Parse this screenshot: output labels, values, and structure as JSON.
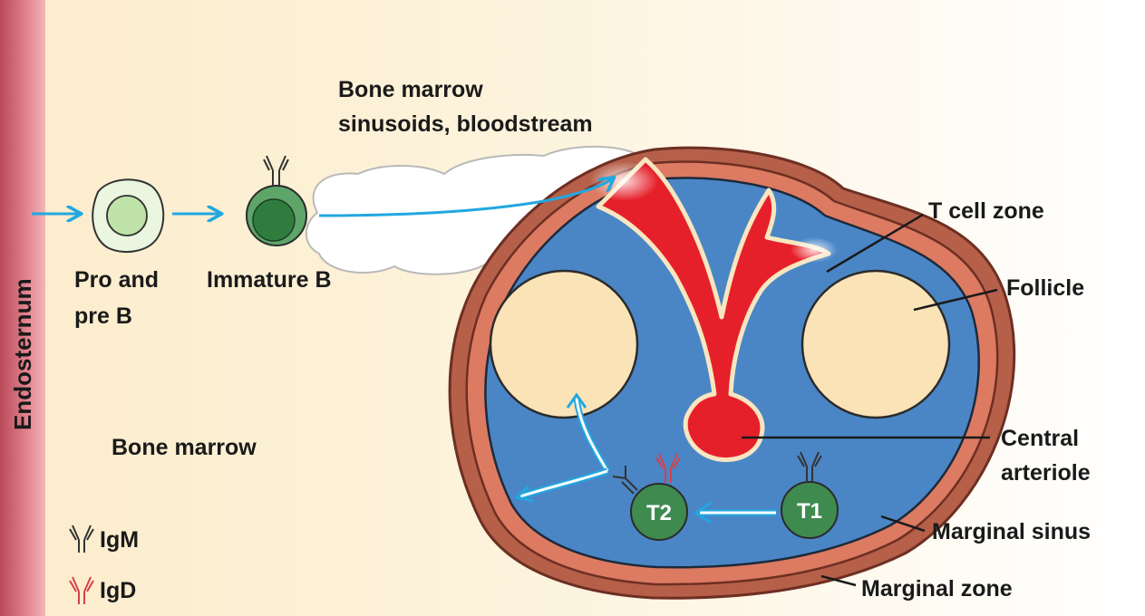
{
  "labels": {
    "endosternum": "Endosternum",
    "sinusoids_line1": "Bone marrow",
    "sinusoids_line2": "sinusoids, bloodstream",
    "pro_pre_b_line1": "Pro and",
    "pro_pre_b_line2": "pre B",
    "immature_b": "Immature B",
    "bone_marrow": "Bone marrow",
    "t_cell_zone": "T cell zone",
    "follicle": "Follicle",
    "central_arteriole_line1": "Central",
    "central_arteriole_line2": "arteriole",
    "marginal_sinus": "Marginal sinus",
    "marginal_zone": "Marginal zone",
    "t1": "T1",
    "t2": "T2"
  },
  "legend": {
    "igm": "IgM",
    "igd": "IgD"
  },
  "colors": {
    "endosternum": "#d9707a",
    "marrow_background": "#fdf2d5",
    "marginal_zone": "#b6604a",
    "marginal_sinus": "#dd7a62",
    "t_cell_zone": "#4a86c6",
    "follicle": "#fbe3b8",
    "arteriole": "#e6202a",
    "b_cell_mature": "#3e8a4f",
    "pre_b_cell": "#cfe9c0",
    "arrow": "#22a7e0",
    "igm": "#333333",
    "igd": "#d8404a"
  }
}
